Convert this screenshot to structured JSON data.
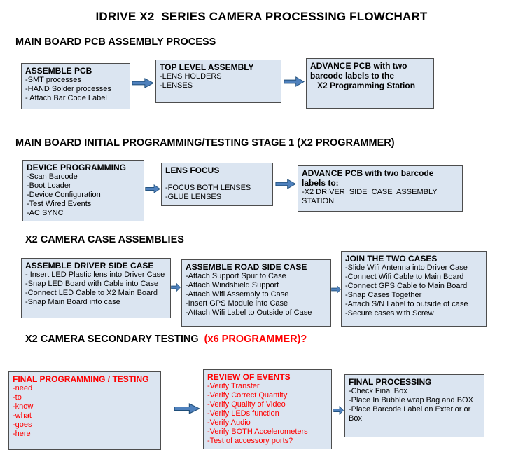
{
  "title": "IDRIVE X2  SERIES CAMERA PROCESSING FLOWCHART",
  "colors": {
    "box_fill": "#dbe5f1",
    "box_border": "#4d4d4d",
    "arrow_fill": "#4f81bd",
    "arrow_outline": "#1f4e79",
    "alert_red": "#ff0000",
    "text": "#000000"
  },
  "sections": [
    {
      "heading": "MAIN BOARD PCB ASSEMBLY PROCESS",
      "boxes": [
        {
          "title": "ASSEMBLE PCB",
          "items": [
            "-SMT processes",
            "-HAND Solder processes",
            "- Attach Bar Code Label"
          ]
        },
        {
          "title": "TOP LEVEL ASSEMBLY",
          "items": [
            "-LENS HOLDERS",
            "-LENSES"
          ]
        },
        {
          "title": "ADVANCE PCB with two barcode labels to the",
          "items": [
            "X2 Programming Station"
          ]
        }
      ]
    },
    {
      "heading": "MAIN BOARD INITIAL PROGRAMMING/TESTING STAGE 1 (X2 PROGRAMMER)",
      "boxes": [
        {
          "title": "DEVICE PROGRAMMING",
          "items": [
            "-Scan Barcode",
            "-Boot Loader",
            "-Device Configuration",
            "-Test Wired Events",
            "-AC SYNC"
          ]
        },
        {
          "title": "LENS FOCUS",
          "items": [
            "-FOCUS BOTH LENSES",
            "-GLUE LENSES"
          ]
        },
        {
          "title": "ADVANCE PCB with two barcode labels to:",
          "items": [
            "-X2 DRIVER  SIDE  CASE  ASSEMBLY STATION"
          ]
        }
      ]
    },
    {
      "heading": "X2 CAMERA CASE ASSEMBLIES",
      "boxes": [
        {
          "title": "ASSEMBLE DRIVER SIDE CASE",
          "items": [
            "- Insert LED Plastic lens into Driver Case",
            "-Snap LED Board with Cable into Case",
            "-Connect LED Cable to X2 Main Board",
            "-Snap Main Board into case"
          ]
        },
        {
          "title": "ASSEMBLE ROAD SIDE CASE",
          "items": [
            "-Attach Support Spur to Case",
            "-Attach Windshield Support",
            "-Attach Wifi Assembly to Case",
            "-Insert GPS Module into Case",
            "-Attach Wifi Label to Outside of Case"
          ]
        },
        {
          "title": "JOIN THE TWO CASES",
          "items": [
            "-Slide Wifi Antenna into Driver Case",
            "-Connect Wifi Cable to Main Board",
            "-Connect GPS Cable to Main Board",
            "-Snap Cases Together",
            "-Attach S/N Label to outside of case",
            "-Secure cases with Screw"
          ]
        }
      ]
    },
    {
      "heading": "X2 CAMERA SECONDARY TESTING  ",
      "heading_red": "(x6 PROGRAMMER)?",
      "boxes": [
        {
          "title": "FINAL PROGRAMMING / TESTING",
          "items": [
            "-need",
            "-to",
            "-know",
            "-what",
            "-goes",
            "-here"
          ]
        },
        {
          "title": "REVIEW OF EVENTS",
          "items": [
            "-Verify Transfer",
            "-Verify Correct Quantity",
            "-Verify Quality of Video",
            "-Verify LEDs function",
            "-Verify Audio",
            "-Verify BOTH Accelerometers",
            "-Test of accessory ports?"
          ]
        },
        {
          "title": "FINAL PROCESSING",
          "items": [
            "-Check Final Box",
            "-Place In Bubble wrap Bag and BOX",
            "-Place Barcode Label on Exterior or Box"
          ]
        }
      ]
    }
  ]
}
